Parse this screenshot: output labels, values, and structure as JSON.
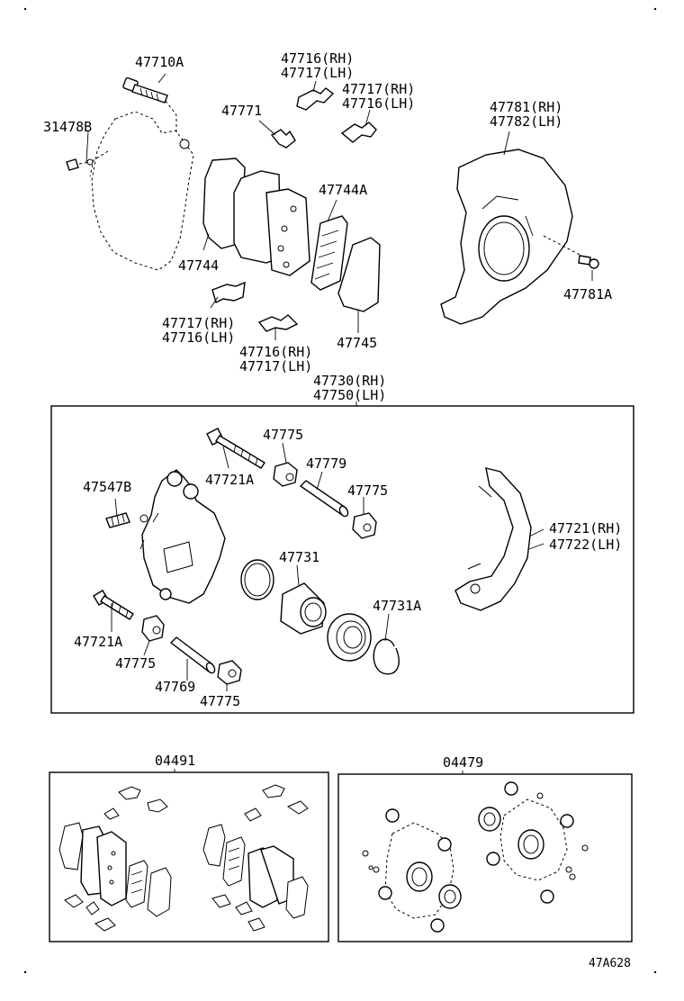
{
  "labels": {
    "caliper_bolt": "47710A",
    "caliper_plug": "31478B",
    "clip_inner_top": "47716(RH)",
    "clip_inner_top_b": "47717(LH)",
    "clip_outer_top": "47717(RH)",
    "clip_outer_top_b": "47716(LH)",
    "anti_squeal_clip": "47771",
    "shim_a": "47744A",
    "shim": "47744",
    "clip_lower_left": "47717(RH)",
    "clip_lower_left_b": "47716(LH)",
    "clip_lower_mid": "47716(RH)",
    "clip_lower_mid_b": "47717(LH)",
    "pad_kit": "47745",
    "dust_cover": "47781(RH)",
    "dust_cover_b": "47782(LH)",
    "dust_cover_bolt": "47781A",
    "cylinder_assy": "47730(RH)",
    "cylinder_assy_b": "47750(LH)",
    "boot_top_a": "47775",
    "pin_bolt_top": "47721A",
    "slide_pin_top": "47779",
    "boot_top_b": "47775",
    "bleeder_plug": "47547B",
    "piston_seal": "47731",
    "mounting": "47721(RH)",
    "mounting_b": "47722(LH)",
    "piston_boot": "47731A",
    "pin_bolt_bottom": "47721A",
    "boot_bottom_a": "47775",
    "slide_pin_bottom": "47769",
    "boot_bottom_b": "47775",
    "kit_pad": "04491",
    "kit_cylinder": "04479",
    "diagram_code": "47A628"
  }
}
